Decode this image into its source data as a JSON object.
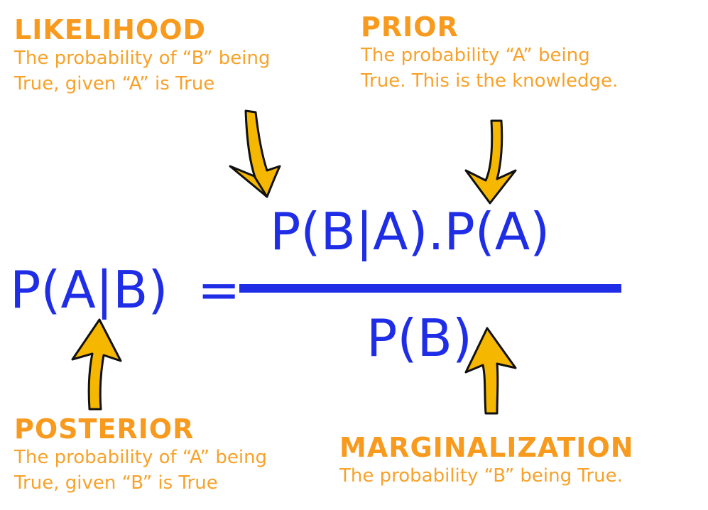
{
  "colors": {
    "label": "#f79a1e",
    "formula": "#1f2ee6",
    "arrow_fill": "#f5b700",
    "arrow_outline": "#111111"
  },
  "likelihood": {
    "heading": "LIKELIHOOD",
    "line1": "The probability of “B” being",
    "line2": "True, given “A” is True"
  },
  "prior": {
    "heading": "PRIOR",
    "line1": "The probability “A” being",
    "line2": "True. This is the knowledge."
  },
  "posterior": {
    "heading": "POSTERIOR",
    "line1": "The probability of “A” being",
    "line2": "True, given “B” is True"
  },
  "marginalization": {
    "heading": "MARGINALIZATION",
    "line1": "The probability “B” being True."
  },
  "formula": {
    "lhs": "P(A|B)",
    "equals": "=",
    "numerator": "P(B|A).P(A)",
    "denominator": "P(B)"
  },
  "icons": [
    "arrow-down-icon",
    "arrow-down-icon",
    "arrow-up-icon",
    "arrow-up-icon"
  ]
}
